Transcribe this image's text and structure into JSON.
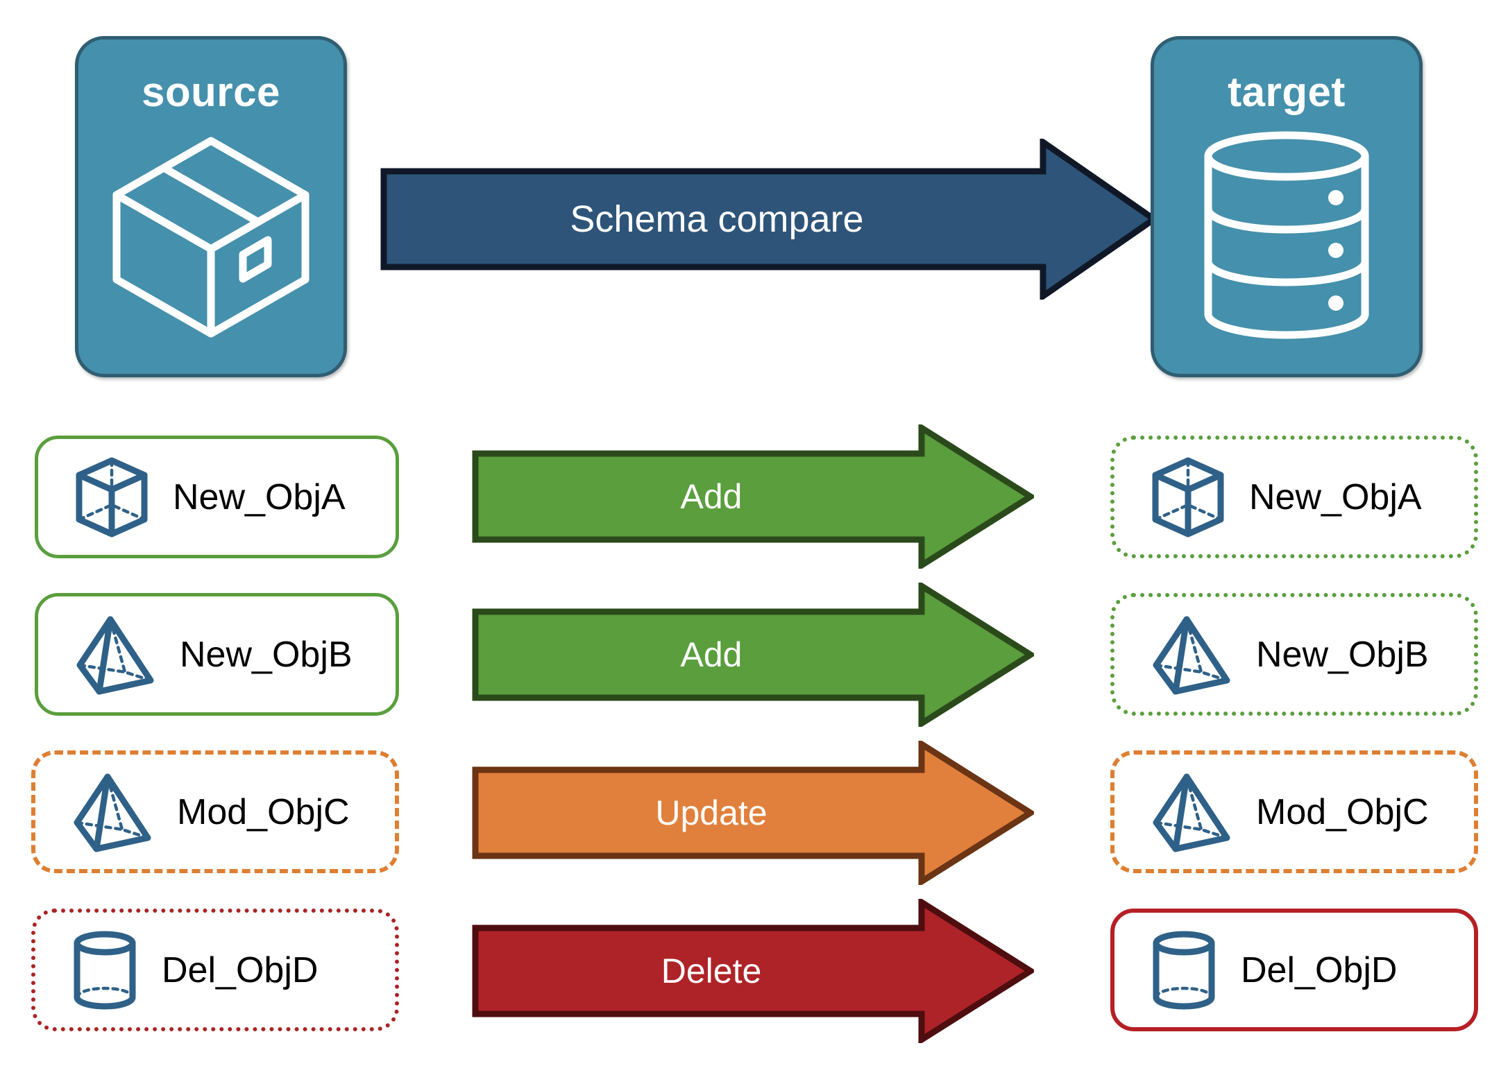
{
  "diagram": {
    "title": "Schema compare",
    "background_color": "#ffffff"
  },
  "endpoints": {
    "source": {
      "label": "source",
      "icon": "package-box-icon",
      "fill_color": "#4590ac",
      "border_color": "#2f5e72",
      "text_color": "#ffffff"
    },
    "target": {
      "label": "target",
      "icon": "database-cylinder-icon",
      "fill_color": "#4590ac",
      "border_color": "#2f5e72",
      "text_color": "#ffffff"
    }
  },
  "main_arrow": {
    "label": "Schema compare",
    "fill_color": "#2e5579",
    "stroke_color": "#101828",
    "text_color": "#ffffff"
  },
  "rows": [
    {
      "source": {
        "label": "New_ObjA",
        "icon": "wireframe-cube-icon",
        "border_style": "solid",
        "border_color": "#5a9e3d"
      },
      "arrow": {
        "label": "Add",
        "fill_color": "#5a9e3d",
        "stroke_color": "#2b4a1b",
        "text_color": "#ffffff"
      },
      "target": {
        "label": "New_ObjA",
        "icon": "wireframe-cube-icon",
        "border_style": "dotted",
        "border_color": "#5a9e3d"
      }
    },
    {
      "source": {
        "label": "New_ObjB",
        "icon": "wireframe-pyramid-icon",
        "border_style": "solid",
        "border_color": "#5a9e3d"
      },
      "arrow": {
        "label": "Add",
        "fill_color": "#5a9e3d",
        "stroke_color": "#2b4a1b",
        "text_color": "#ffffff"
      },
      "target": {
        "label": "New_ObjB",
        "icon": "wireframe-pyramid-icon",
        "border_style": "dotted",
        "border_color": "#5a9e3d"
      }
    },
    {
      "source": {
        "label": "Mod_ObjC",
        "icon": "wireframe-pyramid-icon",
        "border_style": "dashed",
        "border_color": "#dd7f32"
      },
      "arrow": {
        "label": "Update",
        "fill_color": "#e1803c",
        "stroke_color": "#6b3414",
        "text_color": "#ffffff"
      },
      "target": {
        "label": "Mod_ObjC",
        "icon": "wireframe-pyramid-icon",
        "border_style": "dashed",
        "border_color": "#dd7f32"
      }
    },
    {
      "source": {
        "label": "Del_ObjD",
        "icon": "wireframe-cylinder-icon",
        "border_style": "dotted",
        "border_color": "#a82525"
      },
      "arrow": {
        "label": "Delete",
        "fill_color": "#ae2328",
        "stroke_color": "#4e0d0f",
        "text_color": "#ffffff"
      },
      "target": {
        "label": "Del_ObjD",
        "icon": "wireframe-cylinder-icon",
        "border_style": "solid",
        "border_color": "#b52025"
      }
    }
  ],
  "palette": {
    "teal": "#4590ac",
    "teal_dark": "#2f5e72",
    "navy": "#2e5579",
    "green": "#5a9e3d",
    "orange": "#e1803c",
    "red": "#ae2328",
    "icon_blue": "#2f6188"
  }
}
